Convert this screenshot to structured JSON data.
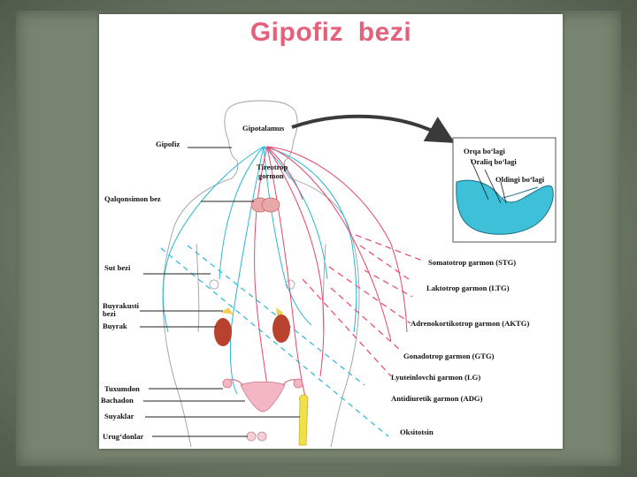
{
  "title": "Gipofiz   bezi",
  "labels": {
    "gipotalamus": "Gipotalamus",
    "gipofiz": "Gipofiz",
    "tireotrop_1": "Tireotrop",
    "tireotrop_2": "gormon",
    "qalqonsimon": "Qalqonsimon bez",
    "sut_bezi": "Sut bezi",
    "buyrakusti_1": "Buyrakusti",
    "buyrakusti_2": "bezi",
    "buyrak": "Buyrak",
    "tuxumdon": "Tuxumdon",
    "bachadon": "Bachadon",
    "suyaklar": "Suyaklar",
    "urugdonlar": "Urug‘donlar"
  },
  "inset": {
    "orqa": "Orqa bo‘lagi",
    "oraliq": "Oraliq bo‘lagi",
    "oldingi": "Oldingi bo‘lagi"
  },
  "hormones": [
    "Somatotrop garmon (STG)",
    "Laktotrop garmon (LTG)",
    "Adrenokortikotrop garmon (AKTG)",
    "Gonadotrop garmon (GTG)",
    "Lyuteinlovchi garmon (LG)",
    "Antidiuretik garmon (ADG)",
    "Oksitotsin"
  ],
  "colors": {
    "title": "#e5607a",
    "pink_line": "#e8466b",
    "cyan_line": "#2ab7d6",
    "arrow": "#3a3a3a",
    "organ_red": "#b8422e",
    "gland_yellow": "#f0d050"
  }
}
